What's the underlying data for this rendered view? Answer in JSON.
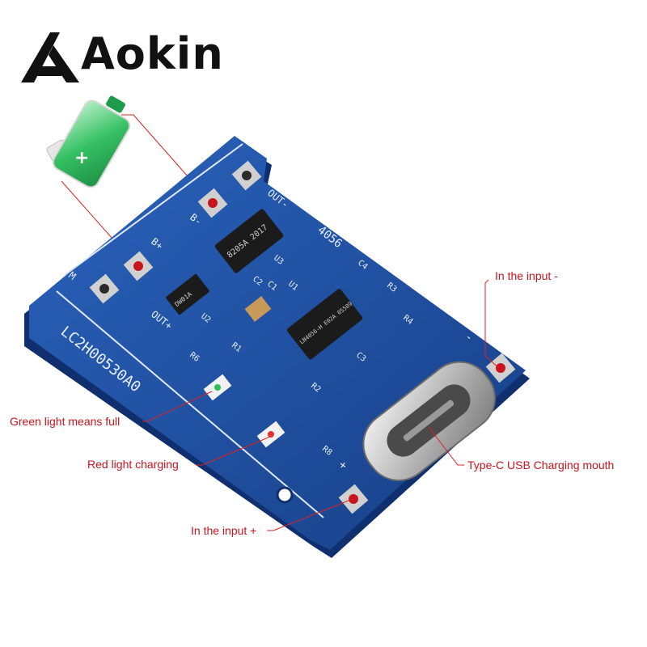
{
  "brand": {
    "name": "Aokin"
  },
  "callouts": {
    "input_minus": "In the input -",
    "green_light": "Green light means full",
    "red_light": "Red light charging",
    "type_c": "Type-C USB Charging mouth",
    "input_plus": "In the input +"
  },
  "pcb": {
    "model_text": "LC2H00530A0",
    "chip_model": "4056",
    "pad_labels": {
      "out_minus": "OUT-",
      "out_plus": "OUT+",
      "b_minus": "B-",
      "b_plus": "B+",
      "minus": "-",
      "plus": "+",
      "m": "M"
    },
    "component_labels": [
      "U3",
      "U1",
      "U2",
      "R1",
      "R2",
      "R3",
      "R4",
      "R6",
      "R8",
      "C1",
      "C2",
      "C3",
      "C4"
    ],
    "chip_texts": [
      "8205A 2017",
      "LN4056-H E02A 05509",
      "DW01A"
    ]
  },
  "colors": {
    "pcb_blue": "#1d4fa0",
    "pcb_edge": "#0f2f6e",
    "callout_red": "#c8141c",
    "battery_green": "#27b35a",
    "pad_silver": "#c9c9c9"
  }
}
